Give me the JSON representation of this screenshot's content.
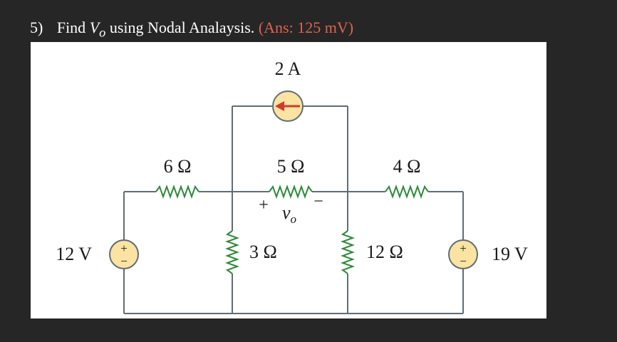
{
  "question": {
    "number": "5)",
    "text_before": "Find",
    "variable": "V",
    "variable_sub": "o",
    "text_after": "using Nodal Analaysis.",
    "answer": "(Ans: 125 mV)"
  },
  "circuit": {
    "current_source": "2 A",
    "r1": "6 Ω",
    "r2": "5 Ω",
    "r3": "4 Ω",
    "r4": "3 Ω",
    "r5": "12 Ω",
    "v1": "12 V",
    "v2": "19 V",
    "vo": "v",
    "vo_sub": "o",
    "plus": "+",
    "minus": "−",
    "src_plus": "+",
    "src_minus": "−"
  },
  "colors": {
    "wire": "#5f6d78",
    "resistor": "#2f8a3a",
    "source_fill": "#fbe3a1",
    "source_stroke": "#5f6d78",
    "arrow": "#cf3b2d",
    "answer": "#e0614f"
  }
}
